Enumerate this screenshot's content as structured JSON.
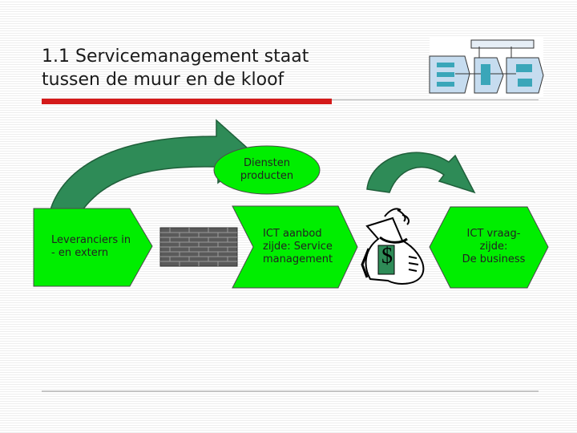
{
  "slide": {
    "title": "1.1 Servicemanagement staat\ntussen de muur en de kloof"
  },
  "diagram": {
    "suppliers_label": "Leveranciers in\n- en extern",
    "services_label": "Diensten\nproducten",
    "supply_side_label": "ICT aanbod\nzijde: Service\nmanagement",
    "demand_side_label": "ICT vraag-\nzijde:\nDe business",
    "money_symbol": "$"
  },
  "colors": {
    "shape_fill": "#00ee00",
    "arrow_fill": "#2e8b57",
    "arrow_dark": "#1f5f3a",
    "wall": "#555555",
    "accent_red": "#d41a1a"
  }
}
